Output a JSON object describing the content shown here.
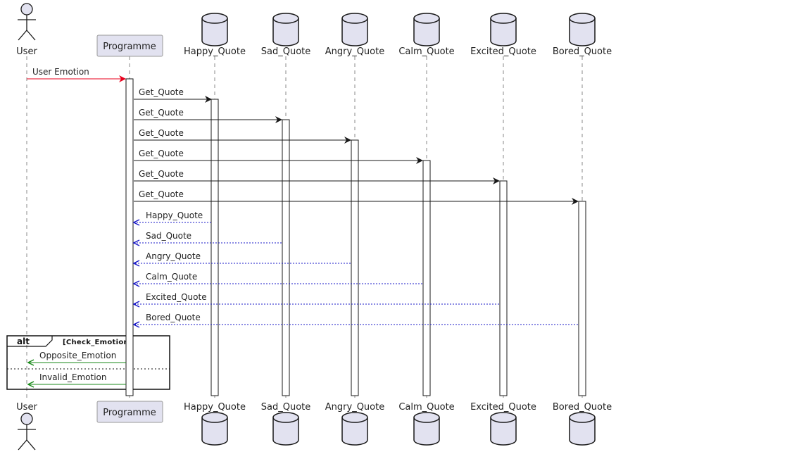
{
  "colors": {
    "participant_fill": "#e2e2f0",
    "participant_stroke": "#181818",
    "lifeline": "#888888",
    "activation_fill": "#ffffff",
    "call_arrow": "#181818",
    "user_arrow": "#e8001c",
    "return_arrow": "#1a1ac8",
    "alt_arrow": "#1a8a1a"
  },
  "participants": [
    {
      "id": "user",
      "name": "User",
      "kind": "actor"
    },
    {
      "id": "prog",
      "name": "Programme",
      "kind": "participant"
    },
    {
      "id": "happy",
      "name": "Happy_Quote",
      "kind": "database"
    },
    {
      "id": "sad",
      "name": "Sad_Quote",
      "kind": "database"
    },
    {
      "id": "angry",
      "name": "Angry_Quote",
      "kind": "database"
    },
    {
      "id": "calm",
      "name": "Calm_Quote",
      "kind": "database"
    },
    {
      "id": "excited",
      "name": "Excited_Quote",
      "kind": "database"
    },
    {
      "id": "bored",
      "name": "Bored_Quote",
      "kind": "database"
    }
  ],
  "messages": [
    {
      "from": "user",
      "to": "prog",
      "label": "User Emotion",
      "style": "user"
    },
    {
      "from": "prog",
      "to": "happy",
      "label": "Get_Quote",
      "style": "call"
    },
    {
      "from": "prog",
      "to": "sad",
      "label": "Get_Quote",
      "style": "call"
    },
    {
      "from": "prog",
      "to": "angry",
      "label": "Get_Quote",
      "style": "call"
    },
    {
      "from": "prog",
      "to": "calm",
      "label": "Get_Quote",
      "style": "call"
    },
    {
      "from": "prog",
      "to": "excited",
      "label": "Get_Quote",
      "style": "call"
    },
    {
      "from": "prog",
      "to": "bored",
      "label": "Get_Quote",
      "style": "call"
    },
    {
      "from": "happy",
      "to": "prog",
      "label": "Happy_Quote",
      "style": "return"
    },
    {
      "from": "sad",
      "to": "prog",
      "label": "Sad_Quote",
      "style": "return"
    },
    {
      "from": "angry",
      "to": "prog",
      "label": "Angry_Quote",
      "style": "return"
    },
    {
      "from": "calm",
      "to": "prog",
      "label": "Calm_Quote",
      "style": "return"
    },
    {
      "from": "excited",
      "to": "prog",
      "label": "Excited_Quote",
      "style": "return"
    },
    {
      "from": "bored",
      "to": "prog",
      "label": "Bored_Quote",
      "style": "return"
    }
  ],
  "alt_frame": {
    "keyword": "alt",
    "guard": "[Check_Emotion]",
    "messages": [
      {
        "from": "prog",
        "to": "user",
        "label": "Opposite_Emotion",
        "style": "alt"
      },
      {
        "from": "prog",
        "to": "user",
        "label": "Invalid_Emotion",
        "style": "alt"
      }
    ]
  }
}
